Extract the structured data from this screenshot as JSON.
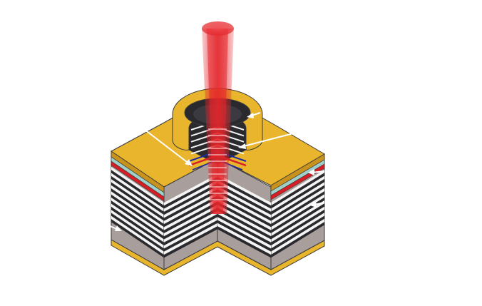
{
  "diagram": {
    "title": "",
    "colors": {
      "background": "#ffffff",
      "metal_contact": "#e8b52c",
      "metal_contact_dark": "#c8921c",
      "mirror_light_layer": "#f4f4f4",
      "mirror_dark_layer": "#2a2a2e",
      "substrate": "#a89e9c",
      "substrate_dark": "#8c8280",
      "oxide_aperture": "#9ecfc9",
      "active_region": "#d51e26",
      "quantum_wells": "#1e2aa0",
      "laser_beam": "#e4262b",
      "arrow": "#ffffff"
    },
    "components": [
      "laser-beam",
      "ring-contact",
      "top-contact",
      "top-mirror-stack",
      "oxide-aperture",
      "active-region",
      "quantum-wells",
      "bottom-mirror-stack",
      "substrate",
      "bottom-contact"
    ],
    "labels": [],
    "arrow_count": 6
  }
}
